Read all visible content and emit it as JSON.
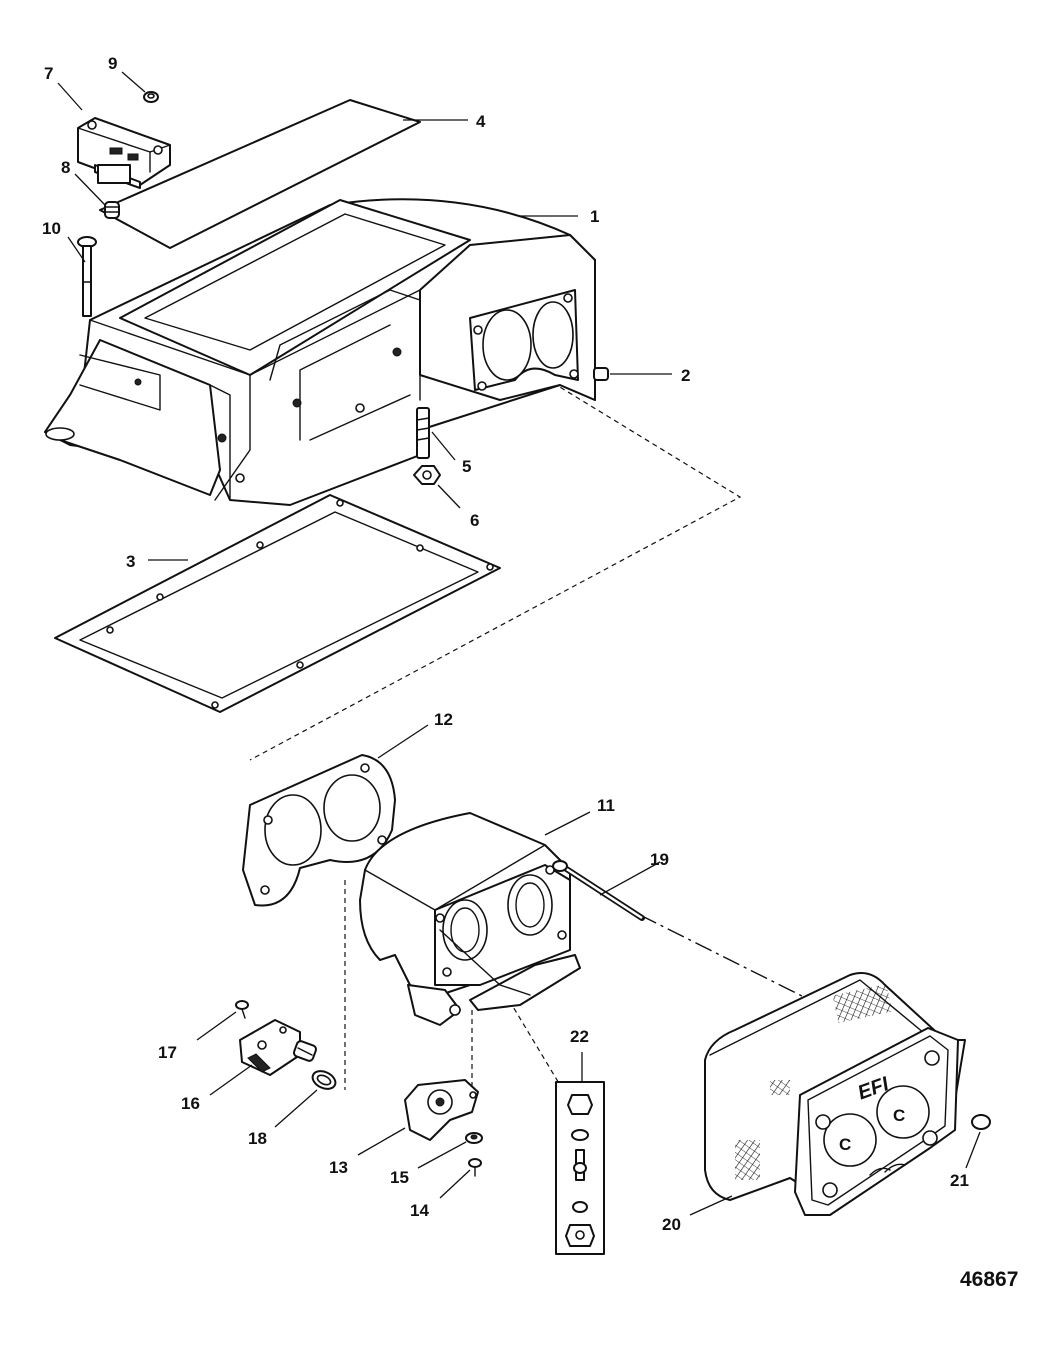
{
  "figure_id": "46867",
  "callouts": [
    "1",
    "2",
    "3",
    "4",
    "5",
    "6",
    "7",
    "8",
    "9",
    "10",
    "11",
    "12",
    "13",
    "14",
    "15",
    "16",
    "17",
    "18",
    "19",
    "20",
    "21",
    "22"
  ],
  "cover_marking": "EFI",
  "tube_markings": [
    "C",
    "C"
  ],
  "colors": {
    "line": "#111111",
    "background": "#ffffff"
  }
}
